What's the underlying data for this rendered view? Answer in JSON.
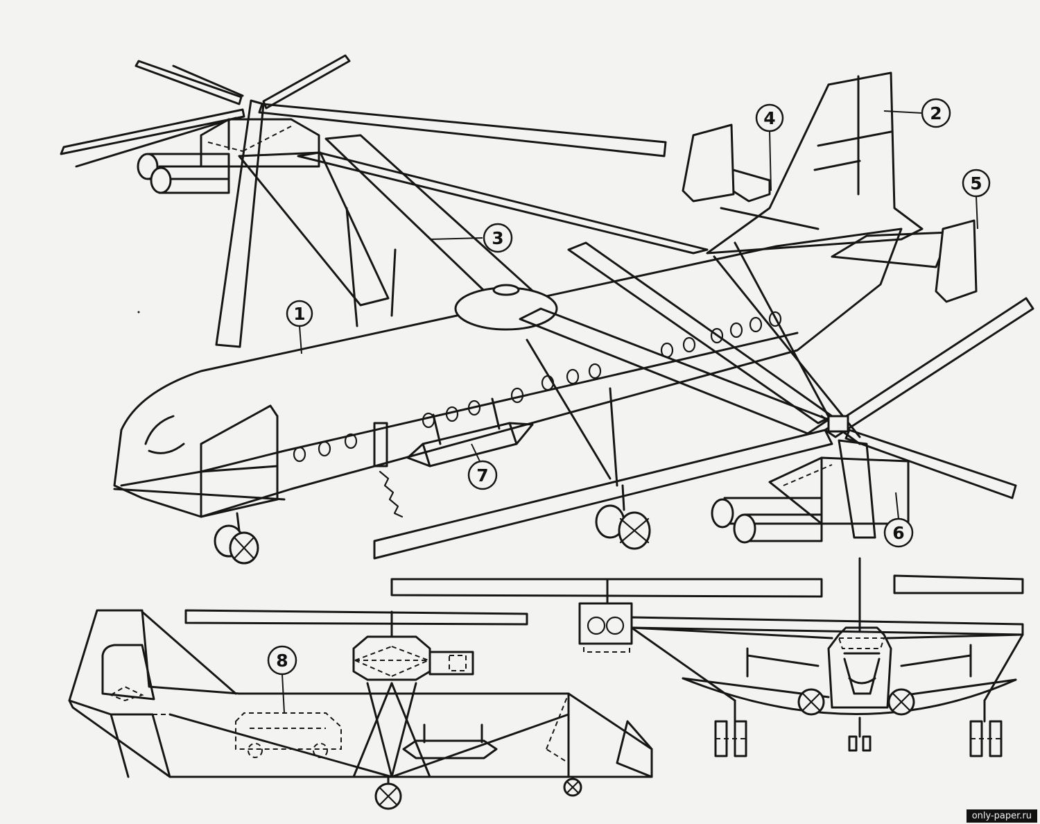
{
  "callouts": [
    {
      "label": "1",
      "target": "fuselage"
    },
    {
      "label": "2",
      "target": "vertical-stabilizer"
    },
    {
      "label": "3",
      "target": "rotor-strut"
    },
    {
      "label": "4",
      "target": "stabilizer-brace"
    },
    {
      "label": "5",
      "target": "tail-fin"
    },
    {
      "label": "6",
      "target": "engine-nacelle"
    },
    {
      "label": "7",
      "target": "external-cargo-pod"
    },
    {
      "label": "8",
      "target": "cargo-vehicle"
    }
  ],
  "watermark": "only-paper.ru"
}
